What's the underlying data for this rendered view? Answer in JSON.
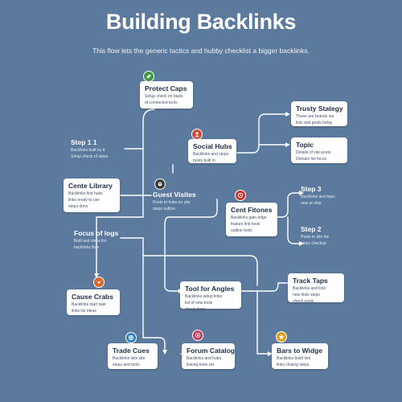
{
  "header": {
    "title": "Building Backlinks",
    "subtitle": "This flow lets the generic tactics and hubby checklist a bigger backlinks."
  },
  "nodes": [
    {
      "id": "top",
      "title": "Protect Caps",
      "sub": [
        "Setup check on basis",
        "of connected tools"
      ],
      "icon": "leaf-icon",
      "icon_color": "#3a9a3e"
    },
    {
      "id": "trust",
      "title": "Trusty Stategy",
      "sub": [
        "These are brands via",
        "lists and goals today"
      ],
      "icon": "",
      "icon_color": ""
    },
    {
      "id": "stage1",
      "title": "Step 1 1",
      "sub": [
        "Backlinks built by it",
        "Setup check of steps"
      ],
      "icon": "",
      "icon_color": ""
    },
    {
      "id": "social",
      "title": "Social Hubs",
      "sub": [
        "Backlinks and steps",
        "posts built in"
      ],
      "icon": "user-icon",
      "icon_color": "#d14a3a"
    },
    {
      "id": "topic",
      "title": "Topic",
      "sub": [
        "Details of site posts",
        "Domain list focus"
      ],
      "icon": "",
      "icon_color": ""
    },
    {
      "id": "content",
      "title": "Cente Library",
      "sub": [
        "Backlinks find hubs",
        "links ready to use",
        "steps done"
      ],
      "icon": "",
      "icon_color": ""
    },
    {
      "id": "guest",
      "title": "Guest Visites",
      "sub": [
        "Posts to hubs on site",
        "steps outline"
      ],
      "icon": "pirate-icon",
      "icon_color": "#3a3a3a"
    },
    {
      "id": "step3",
      "title": "Step 3",
      "sub": [
        "Backlinks and topic",
        "new at step"
      ],
      "icon": "",
      "icon_color": ""
    },
    {
      "id": "core",
      "title": "Cent Fitones",
      "sub": [
        "Backlinks gain edge",
        "feature link tools",
        "outline tools"
      ],
      "icon": "clock-icon",
      "icon_color": "#c9302c"
    },
    {
      "id": "focus",
      "title": "Focus of logs",
      "sub": [
        "Built and steps list",
        "backlinks flow"
      ],
      "icon": "",
      "icon_color": ""
    },
    {
      "id": "step2",
      "title": "Step 2",
      "sub": [
        "Posts to site list",
        "steps checkup"
      ],
      "icon": "",
      "icon_color": ""
    },
    {
      "id": "cause",
      "title": "Cause Crabs",
      "sub": [
        "Backlinks start task",
        "links list ideas"
      ],
      "icon": "fox-icon",
      "icon_color": "#d9662a"
    },
    {
      "id": "tool",
      "title": "Tool for Angles",
      "sub": [
        "Backlinks setup links",
        "list of new tools",
        "check done"
      ],
      "icon": "",
      "icon_color": ""
    },
    {
      "id": "track",
      "title": "Track Taps",
      "sub": [
        "Backlinks and lists",
        "new links steps",
        "check posts"
      ],
      "icon": "",
      "icon_color": ""
    },
    {
      "id": "trade",
      "title": "Trade Cues",
      "sub": [
        "Backlinks lists site",
        "steps and tools"
      ],
      "icon": "globe-icon",
      "icon_color": "#2f7fb8"
    },
    {
      "id": "forum",
      "title": "Forum Catalog",
      "sub": [
        "Backlinks and hubs",
        "linking tools set"
      ],
      "icon": "target-icon",
      "icon_color": "#c43a5a"
    },
    {
      "id": "bridge",
      "title": "Bars to Widge",
      "sub": [
        "Backlinks build ties",
        "links closing steps"
      ],
      "icon": "star-icon",
      "icon_color": "#e0a020"
    }
  ]
}
